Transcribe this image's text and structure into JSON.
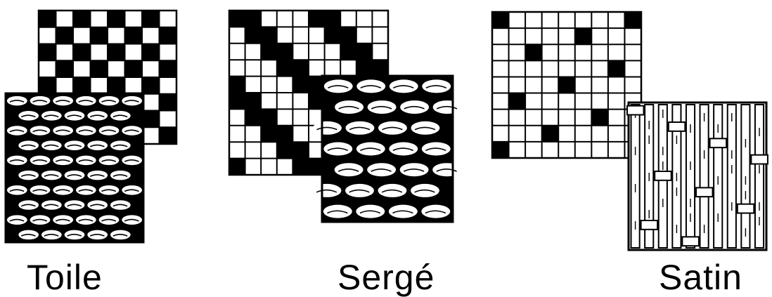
{
  "captions": {
    "toile": "Toile",
    "serge": "Sergé",
    "satin": "Satin"
  },
  "colors": {
    "ink": "#000000",
    "paper": "#ffffff"
  },
  "panels": [
    {
      "name": "toile",
      "pattern": "plain-weave",
      "grid_cols": 8,
      "grid_rows": 8,
      "fabric_rendering": "plain-weave-fabric"
    },
    {
      "name": "serge",
      "pattern": "twill",
      "grid_cols": 10,
      "grid_rows": 10,
      "fabric_rendering": "twill-fabric"
    },
    {
      "name": "satin",
      "pattern": "satin",
      "grid_cols": 9,
      "grid_rows": 9,
      "fabric_rendering": "satin-fabric"
    }
  ]
}
